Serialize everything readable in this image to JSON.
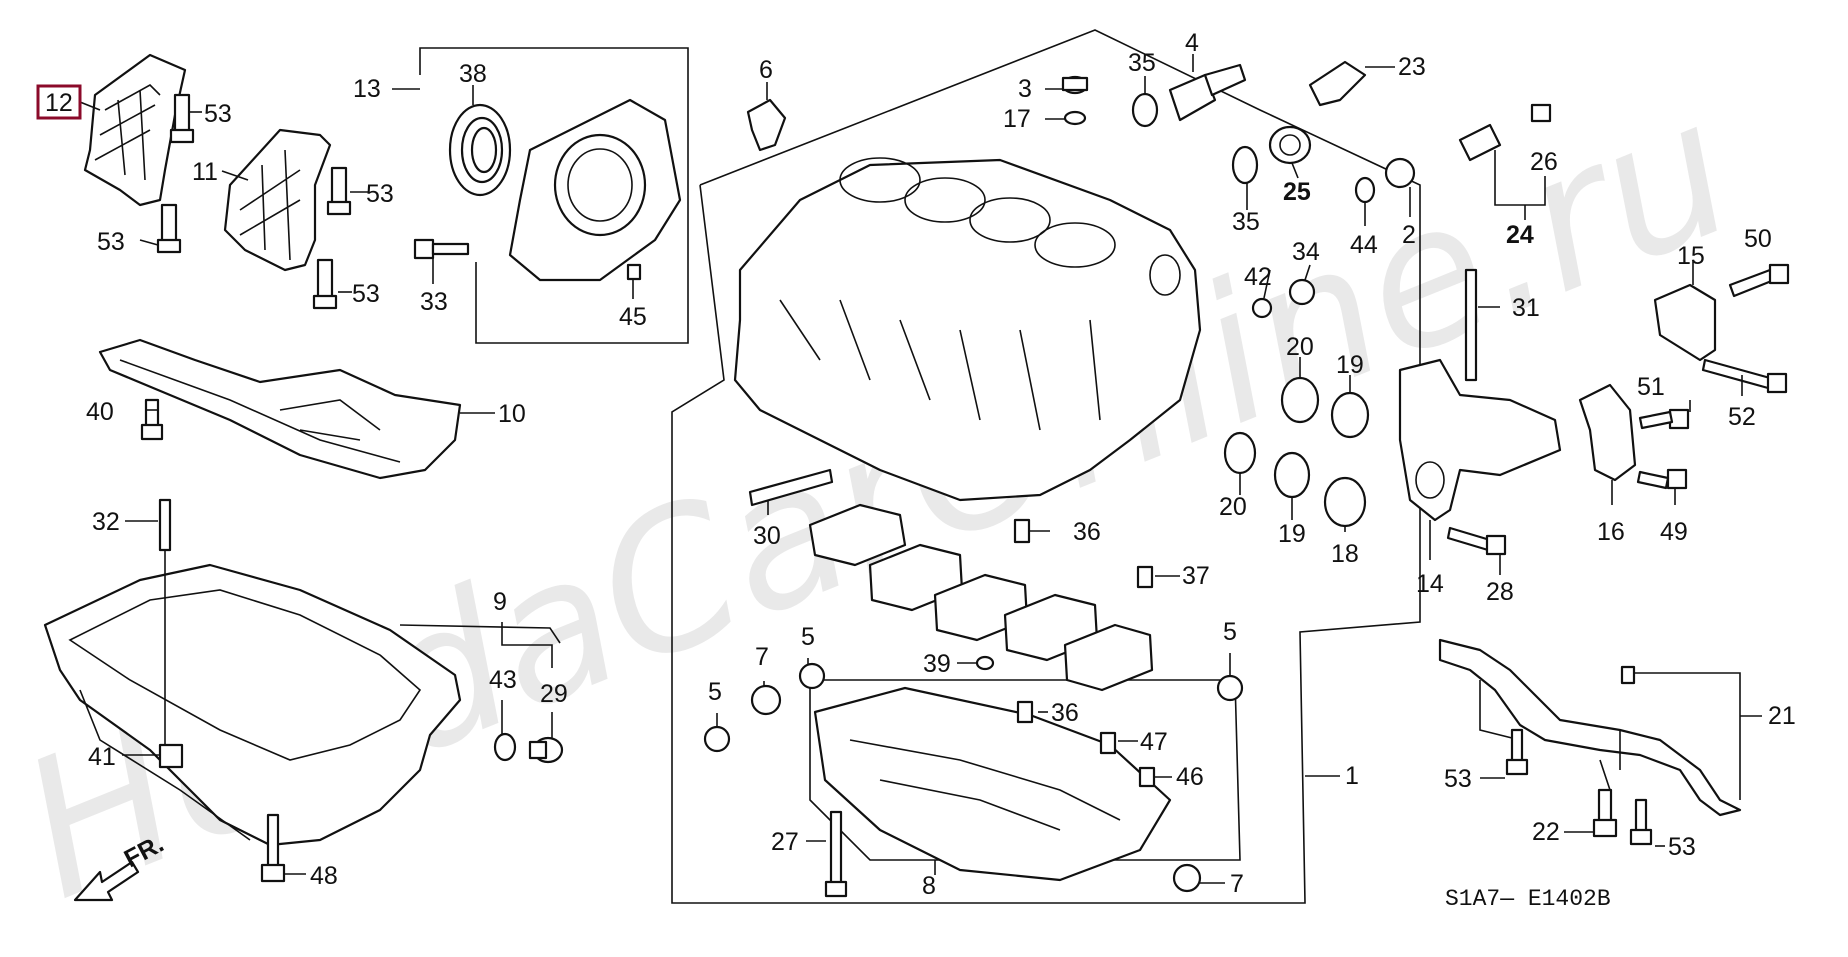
{
  "watermark": "HondaCarOnline.ru",
  "diagram_code": "S1A7— E1402B",
  "fr_label": "FR.",
  "highlight_color": "#8b0a2a",
  "callouts": [
    {
      "id": "c12",
      "text": "12",
      "highlight": true
    },
    {
      "id": "c53a",
      "text": "53"
    },
    {
      "id": "c53b",
      "text": "53"
    },
    {
      "id": "c53c",
      "text": "53"
    },
    {
      "id": "c53d",
      "text": "53"
    },
    {
      "id": "c11",
      "text": "11"
    },
    {
      "id": "c13",
      "text": "13"
    },
    {
      "id": "c38",
      "text": "38"
    },
    {
      "id": "c33",
      "text": "33"
    },
    {
      "id": "c45",
      "text": "45"
    },
    {
      "id": "c6",
      "text": "6"
    },
    {
      "id": "c3",
      "text": "3"
    },
    {
      "id": "c17",
      "text": "17"
    },
    {
      "id": "c35a",
      "text": "35"
    },
    {
      "id": "c4",
      "text": "4"
    },
    {
      "id": "c23",
      "text": "23"
    },
    {
      "id": "c35b",
      "text": "35"
    },
    {
      "id": "c25",
      "text": "25",
      "bold": true
    },
    {
      "id": "c44",
      "text": "44"
    },
    {
      "id": "c2",
      "text": "2"
    },
    {
      "id": "c26",
      "text": "26"
    },
    {
      "id": "c24",
      "text": "24",
      "bold": true
    },
    {
      "id": "c42",
      "text": "42"
    },
    {
      "id": "c34",
      "text": "34"
    },
    {
      "id": "c31",
      "text": "31"
    },
    {
      "id": "c15",
      "text": "15"
    },
    {
      "id": "c50",
      "text": "50"
    },
    {
      "id": "c40",
      "text": "40"
    },
    {
      "id": "c10",
      "text": "10"
    },
    {
      "id": "c20a",
      "text": "20"
    },
    {
      "id": "c19a",
      "text": "19"
    },
    {
      "id": "c51",
      "text": "51"
    },
    {
      "id": "c52",
      "text": "52"
    },
    {
      "id": "c20b",
      "text": "20"
    },
    {
      "id": "c19b",
      "text": "19"
    },
    {
      "id": "c18",
      "text": "18"
    },
    {
      "id": "c16",
      "text": "16"
    },
    {
      "id": "c49",
      "text": "49"
    },
    {
      "id": "c32",
      "text": "32"
    },
    {
      "id": "c30",
      "text": "30"
    },
    {
      "id": "c36a",
      "text": "36"
    },
    {
      "id": "c37",
      "text": "37"
    },
    {
      "id": "c14",
      "text": "14"
    },
    {
      "id": "c28",
      "text": "28"
    },
    {
      "id": "c9",
      "text": "9"
    },
    {
      "id": "c43",
      "text": "43"
    },
    {
      "id": "c29",
      "text": "29"
    },
    {
      "id": "c41",
      "text": "41"
    },
    {
      "id": "c5a",
      "text": "5"
    },
    {
      "id": "c7a",
      "text": "7"
    },
    {
      "id": "c39",
      "text": "39"
    },
    {
      "id": "c5b",
      "text": "5"
    },
    {
      "id": "c5c",
      "text": "5"
    },
    {
      "id": "c36b",
      "text": "36"
    },
    {
      "id": "c47",
      "text": "47"
    },
    {
      "id": "c46",
      "text": "46"
    },
    {
      "id": "c1",
      "text": "1"
    },
    {
      "id": "c21",
      "text": "21"
    },
    {
      "id": "c53e",
      "text": "53"
    },
    {
      "id": "c22",
      "text": "22"
    },
    {
      "id": "c53f",
      "text": "53"
    },
    {
      "id": "c27",
      "text": "27"
    },
    {
      "id": "c8",
      "text": "8"
    },
    {
      "id": "c7b",
      "text": "7"
    },
    {
      "id": "c48",
      "text": "48"
    }
  ]
}
